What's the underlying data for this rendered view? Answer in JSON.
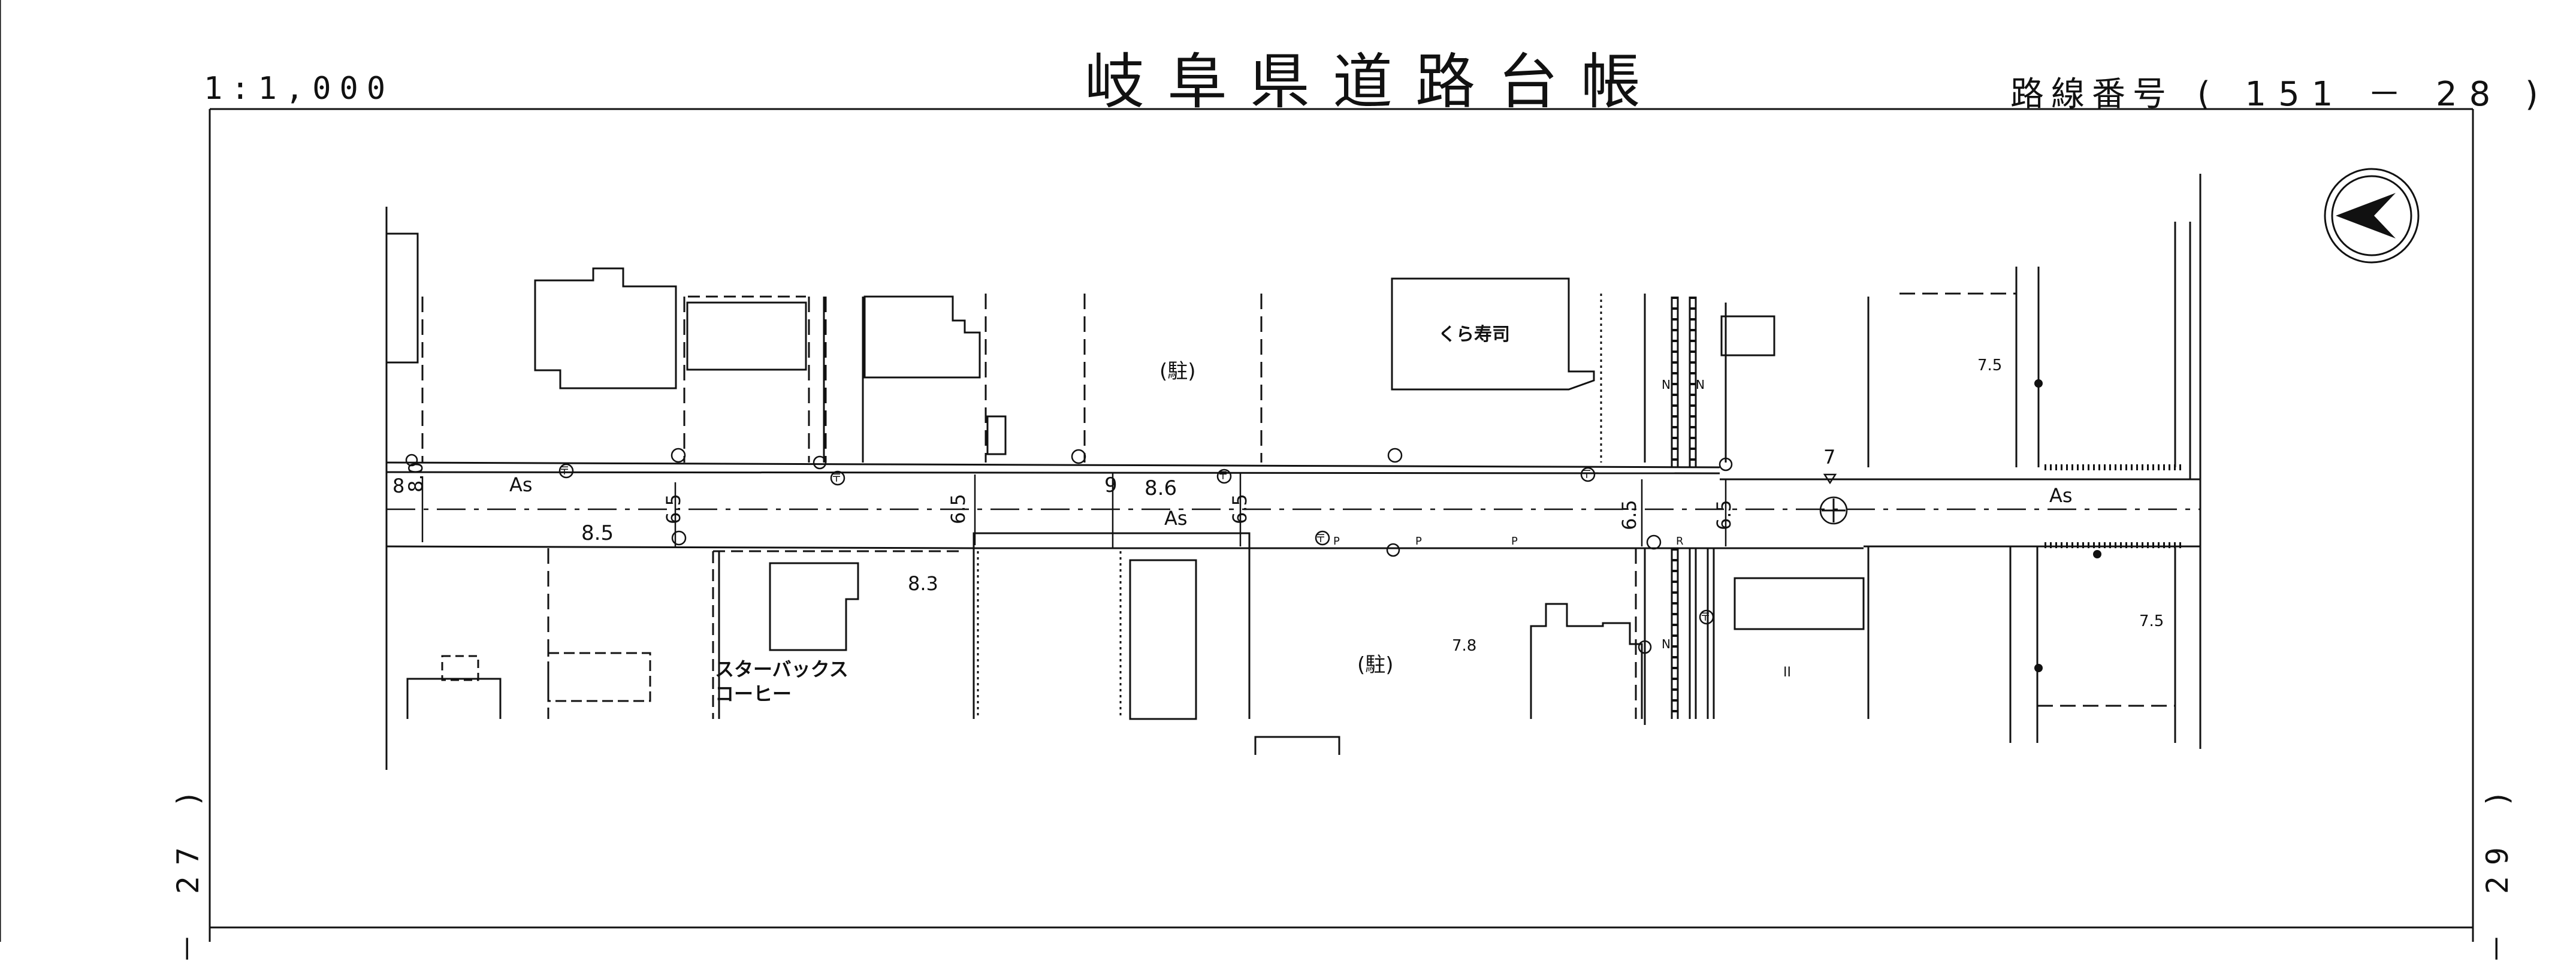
{
  "header": {
    "title": "岐阜県道路台帳",
    "scale": "1:1,000",
    "route_label": "路線番号",
    "route_number": "( 151 － 28 )"
  },
  "adjacent": {
    "left": "－ 27 )",
    "right": "－ 29 )"
  },
  "map": {
    "north_arrow": "north-arrow-icon",
    "buildings": {
      "kura_sushi": "くら寿司",
      "starbucks_line1": "スターバックス",
      "starbucks_line2": "コーヒー"
    },
    "parking_symbol": "(駐)",
    "parking_symbol_2": "(駐)",
    "post_office": "〒",
    "road_surface": "As",
    "widths": {
      "w8": "8",
      "w80": "8.0",
      "w85": "8.5",
      "w86": "8.6",
      "w9": "9",
      "w65": "6.5",
      "w7": "7"
    },
    "elevations": {
      "e83": "8.3",
      "e78": "7.8",
      "e75a": "7.5",
      "e75b": "7.5"
    },
    "lane_marks": {
      "N": "N",
      "P": "P",
      "R": "R",
      "II": "II"
    }
  }
}
